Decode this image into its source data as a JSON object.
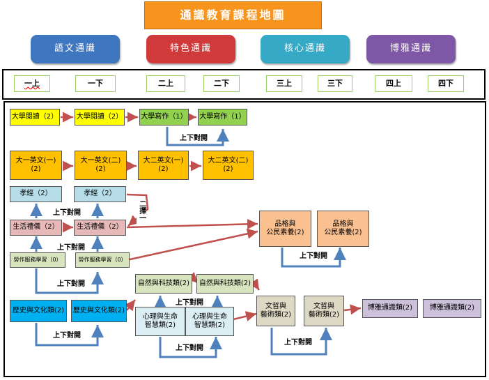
{
  "title": "通識教育課程地圖",
  "categories": [
    {
      "label": "語文通識",
      "color": "#3f76c0"
    },
    {
      "label": "特色通識",
      "color": "#d13a3a"
    },
    {
      "label": "核心通識",
      "color": "#35a9c5"
    },
    {
      "label": "博雅通識",
      "color": "#7e57a6"
    }
  ],
  "semesters": [
    "一上",
    "一下",
    "二上",
    "二下",
    "三上",
    "三下",
    "四上",
    "四下"
  ],
  "nodes": {
    "daxue_yuedu_1": "大學閱讀（2）",
    "daxue_yuedu_2": "大學閱讀（2）",
    "daxue_xiezuo_1": "大學寫作（1）",
    "daxue_xiezuo_2": "大學寫作（1）",
    "english1_a": "大一英文(一)\n(2)",
    "english1_b": "大一英文(二)\n(2)",
    "english2_a": "大二英文(一)\n(2)",
    "english2_b": "大二英文(二)\n(2)",
    "xiaojing_1": "孝經（2）",
    "xiaojing_2": "孝經（2）",
    "shenghuo_1": "生活禮儀（2）",
    "shenghuo_2": "生活禮儀（2）",
    "laozuo_1": "勞作服務學習（0）",
    "laozuo_2": "勞作服務學習（0）",
    "pinge_1": "品格與\n公民素養(2)",
    "pinge_2": "品格與\n公民素養(2)",
    "lishi_1": "歷史與文化類(2)",
    "lishi_2": "歷史與文化類(2)",
    "ziran_1": "自然與科技類(2)",
    "ziran_2": "自然與科技類(2)",
    "xinli_1": "心理與生命\n智慧類(2)",
    "xinli_2": "心理與生命\n智慧類(2)",
    "wenzhe_1": "文哲與\n藝術類(2)",
    "wenzhe_2": "文哲與\n藝術類(2)",
    "boya_1": "博雅通識類(2)",
    "boya_2": "博雅通識類(2)"
  },
  "labels": {
    "shangxia_duikai": "上下對開",
    "er_ze_yi": "二擇一"
  },
  "node_colors": {
    "yellow": "#ffff00",
    "green": "#92d050",
    "orange": "#ffc000",
    "lightblue": "#b7dde8",
    "pink": "#e6b9b8",
    "lightgreen": "#d7e4bd",
    "salmon": "#fac090",
    "blue": "#00b0f0",
    "palegreen": "#d7e4bd",
    "palecyan": "#dbeef4",
    "tan": "#ddd9c4",
    "lavender": "#ccc1da"
  }
}
